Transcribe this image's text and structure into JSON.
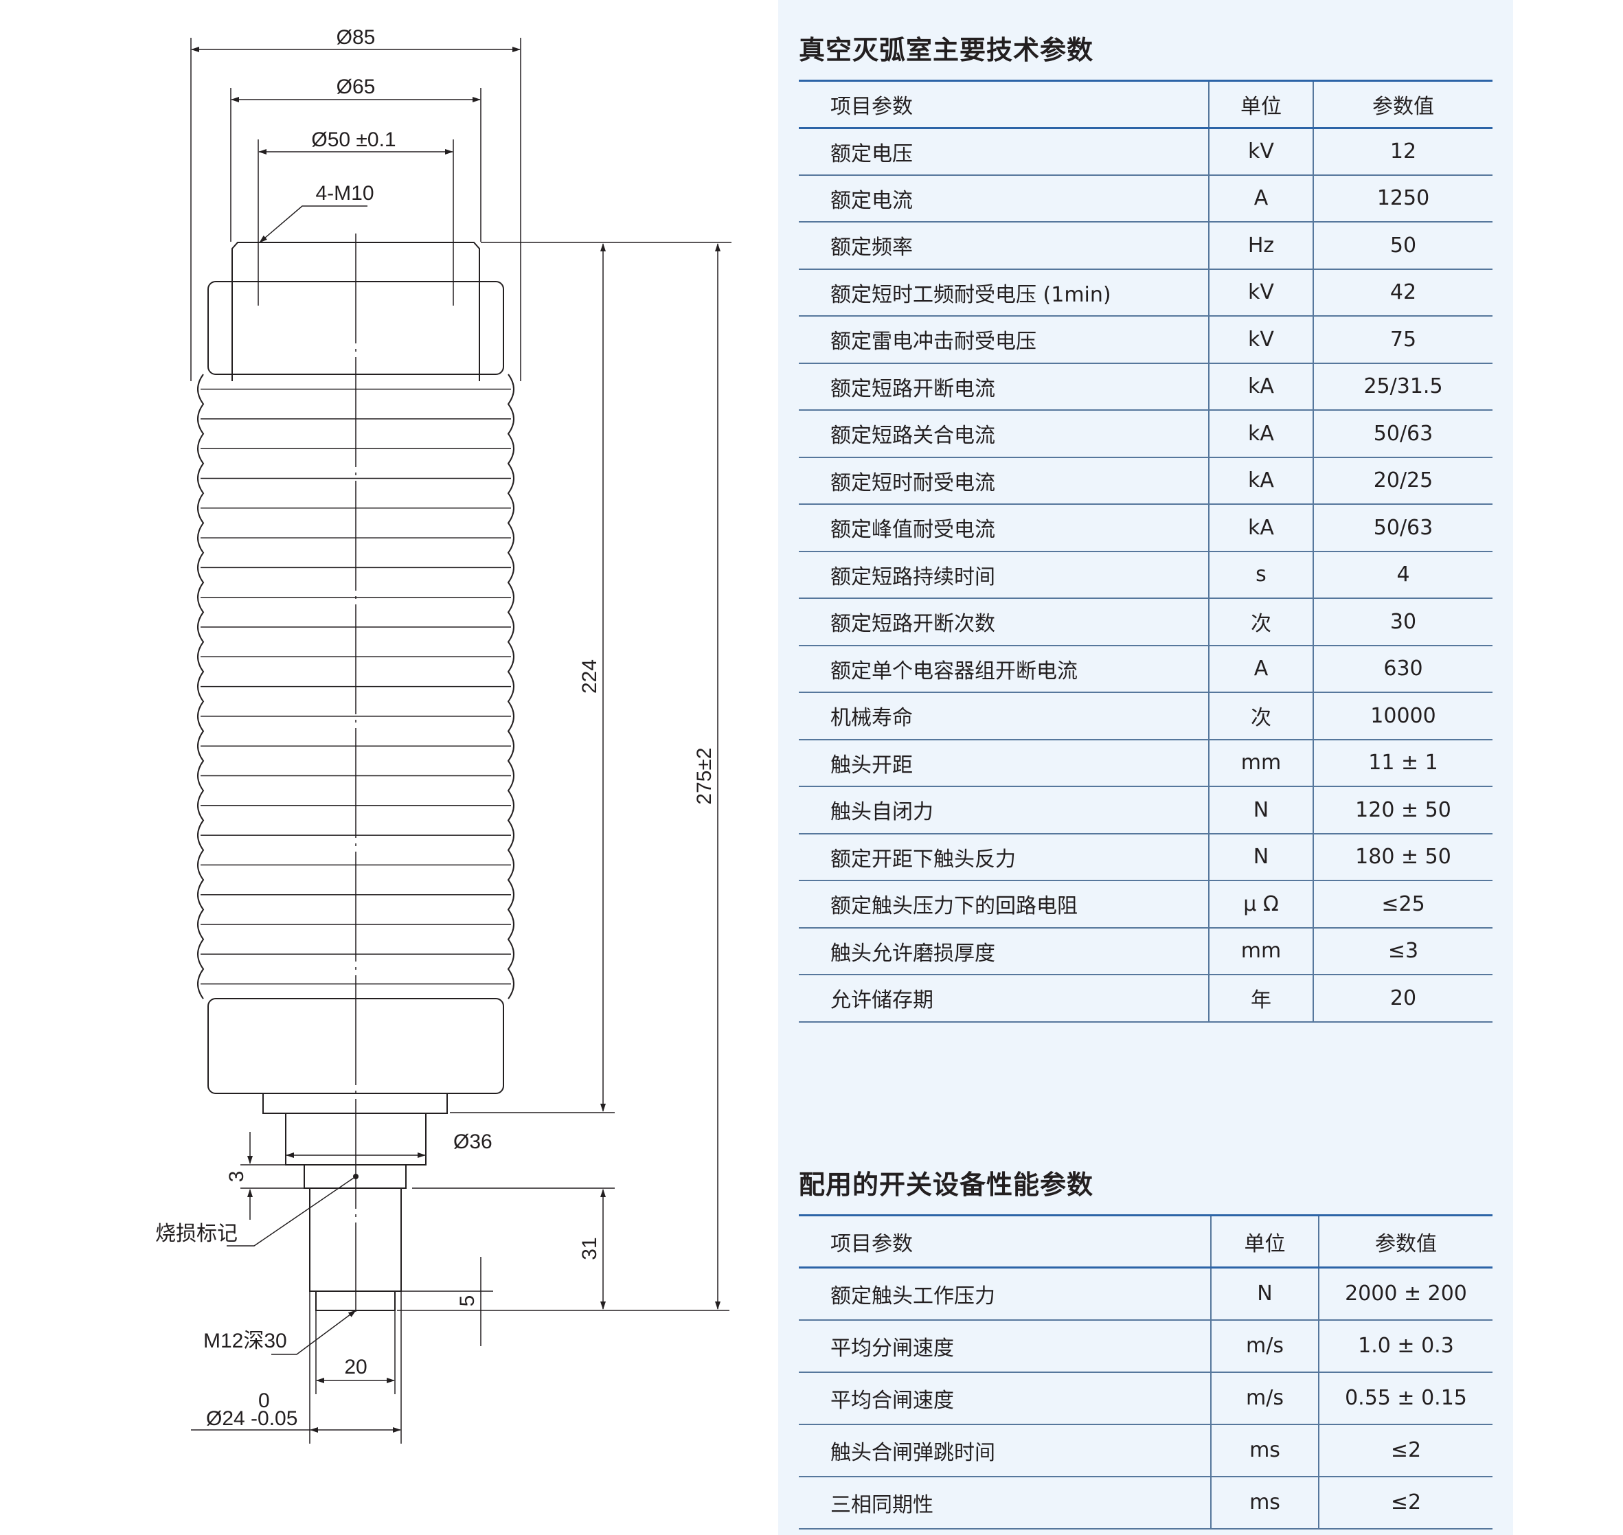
{
  "drawing": {
    "dims": {
      "d85": "Ø85",
      "d65": "Ø65",
      "d50": "Ø50 ±0.1",
      "thread_top": "4-M10",
      "h224": "224",
      "h275": "275±2",
      "d36": "Ø36",
      "h3": "3",
      "burn_mark": "烧损标记",
      "h31": "31",
      "h5": "5",
      "thread_bottom": "M12深30",
      "w20": "20",
      "tol_upper": "0",
      "d24": "Ø24 -0.05"
    }
  },
  "table1": {
    "title": "真空灭弧室主要技术参数",
    "headers": [
      "项目参数",
      "单位",
      "参数值"
    ],
    "rows": [
      [
        "额定电压",
        "kV",
        "12"
      ],
      [
        "额定电流",
        "A",
        "1250"
      ],
      [
        "额定频率",
        "Hz",
        "50"
      ],
      [
        "额定短时工频耐受电压 (1min)",
        "kV",
        "42"
      ],
      [
        "额定雷电冲击耐受电压",
        "kV",
        "75"
      ],
      [
        "额定短路开断电流",
        "kA",
        "25/31.5"
      ],
      [
        "额定短路关合电流",
        "kA",
        "50/63"
      ],
      [
        "额定短时耐受电流",
        "kA",
        "20/25"
      ],
      [
        "额定峰值耐受电流",
        "kA",
        "50/63"
      ],
      [
        "额定短路持续时间",
        "s",
        "4"
      ],
      [
        "额定短路开断次数",
        "次",
        "30"
      ],
      [
        "额定单个电容器组开断电流",
        "A",
        "630"
      ],
      [
        "机械寿命",
        "次",
        "10000"
      ],
      [
        "触头开距",
        "mm",
        "11 ± 1"
      ],
      [
        "触头自闭力",
        "N",
        "120 ± 50"
      ],
      [
        "额定开距下触头反力",
        "N",
        "180 ± 50"
      ],
      [
        "额定触头压力下的回路电阻",
        "μ Ω",
        "≤25"
      ],
      [
        "触头允许磨损厚度",
        "mm",
        "≤3"
      ],
      [
        "允许储存期",
        "年",
        "20"
      ]
    ]
  },
  "table2": {
    "title": "配用的开关设备性能参数",
    "headers": [
      "项目参数",
      "单位",
      "参数值"
    ],
    "rows": [
      [
        "额定触头工作压力",
        "N",
        "2000 ± 200"
      ],
      [
        "平均分闸速度",
        "m/s",
        "1.0 ± 0.3"
      ],
      [
        "平均合闸速度",
        "m/s",
        "0.55 ± 0.15"
      ],
      [
        "触头合闸弹跳时间",
        "ms",
        "≤2"
      ],
      [
        "三相同期性",
        "ms",
        "≤2"
      ]
    ]
  },
  "colors": {
    "panel_bg": "#eef5fc",
    "rule_blue": "#2c64a7",
    "row_line": "#56779c",
    "text": "#231f20"
  }
}
